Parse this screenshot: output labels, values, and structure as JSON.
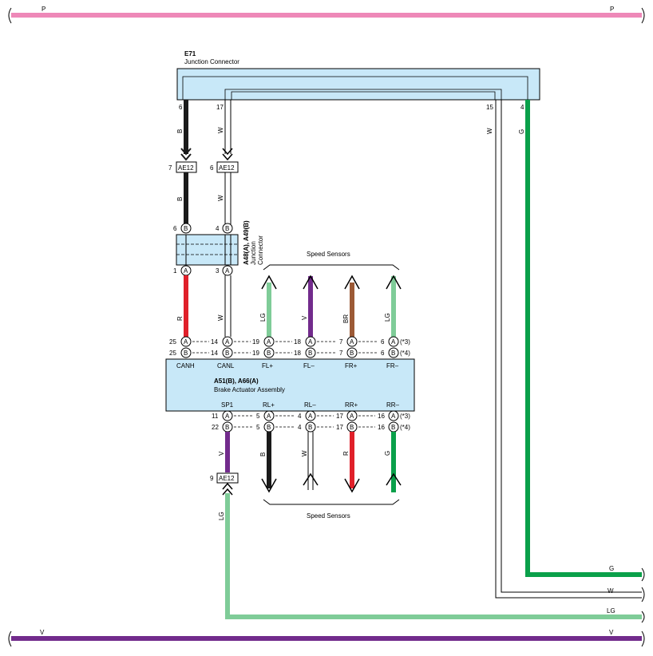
{
  "colors": {
    "pink": "#ee88b8",
    "violet": "#722b8c",
    "lightgreen": "#7fcc98",
    "green": "#0aa04a",
    "red": "#e0202a",
    "brown": "#9c5a36",
    "black": "#1a1a1a",
    "box_fill": "#c8e8f8"
  },
  "rails": {
    "top_label_left": "P",
    "top_label_right": "P",
    "bottom_label_left": "V",
    "bottom_label_right": "V",
    "g_label": "G",
    "w_label": "W",
    "lg_label": "LG"
  },
  "e71": {
    "code": "E71",
    "name": "Junction Connector",
    "pins": [
      "6",
      "17",
      "15",
      "4"
    ],
    "wire_colors": [
      "B",
      "W",
      "W",
      "G"
    ]
  },
  "ae12_top": {
    "left_pin": "7",
    "right_pin": "6",
    "left_code": "AE12",
    "right_code": "AE12",
    "wire_left": "B",
    "wire_right": "W"
  },
  "a48": {
    "code": "A48(A), A49(B)",
    "name1": "Junction",
    "name2": "Connector",
    "top_pins": [
      "6",
      "4"
    ],
    "top_letters": [
      "B",
      "B"
    ],
    "bottom_pins": [
      "1",
      "3"
    ],
    "bottom_letters": [
      "A",
      "A"
    ],
    "wire_left": "R",
    "wire_right": "W"
  },
  "speed_sensors_top": {
    "label": "Speed Sensors",
    "wires": [
      "LG",
      "V",
      "BR",
      "LG"
    ]
  },
  "speed_sensors_bottom": {
    "label": "Speed Sensors",
    "wires": [
      "B",
      "W",
      "R",
      "G"
    ]
  },
  "brake": {
    "code": "A51(B), A66(A)",
    "name": "Brake Actuator Assembly",
    "top_signals": [
      "CANH",
      "CANL",
      "FL+",
      "FL–",
      "FR+",
      "FR–"
    ],
    "bottom_signals": [
      "SP1",
      "RL+",
      "RL–",
      "RR+",
      "RR–"
    ],
    "top_row_a": [
      "25",
      "14",
      "19",
      "18",
      "7",
      "6"
    ],
    "top_row_b": [
      "25",
      "14",
      "19",
      "18",
      "7",
      "6"
    ],
    "top_mid_a": [
      "14",
      "19",
      "18",
      "7",
      "6"
    ],
    "top_mid_b": [
      "14",
      "19",
      "18",
      "7",
      "6"
    ],
    "bottom_row_a": [
      "11",
      "5",
      "4",
      "17",
      "16"
    ],
    "bottom_row_b": [
      "22",
      "5",
      "4",
      "17",
      "16"
    ],
    "bottom_mid_a": [
      "5",
      "4",
      "17",
      "16"
    ],
    "bottom_mid_b": [
      "5",
      "4",
      "17",
      "16"
    ],
    "note_a": "(*3)",
    "note_b": "(*4)",
    "letter_a": "A",
    "letter_b": "B"
  },
  "ae12_bottom": {
    "pin": "9",
    "code": "AE12",
    "wire_top": "V",
    "wire_bottom": "LG"
  }
}
